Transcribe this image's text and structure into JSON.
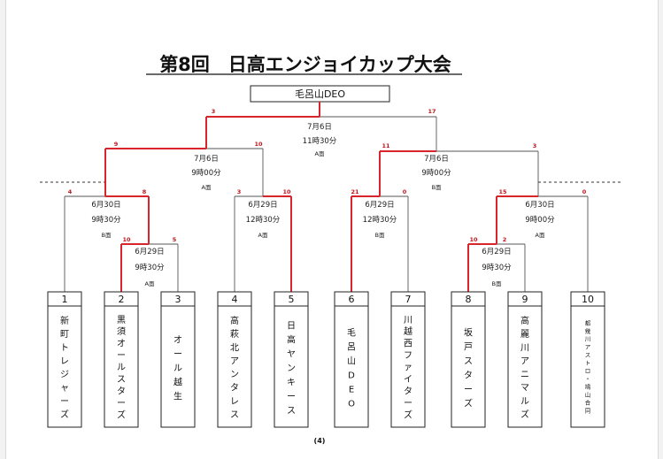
{
  "title": "第8回　日高エンジョイカップ大会",
  "champion": "毛呂山DEO",
  "page_number": "(4)",
  "colors": {
    "winner_line": "#d8242b",
    "line": "#555555"
  },
  "teams": [
    {
      "num": "1",
      "name": "新町トレジャーズ"
    },
    {
      "num": "2",
      "name": "黒須オールスターズ"
    },
    {
      "num": "3",
      "name": "オール越生"
    },
    {
      "num": "4",
      "name": "高萩北アンタレス"
    },
    {
      "num": "5",
      "name": "日高ヤンキース"
    },
    {
      "num": "6",
      "name": "毛呂山DEO"
    },
    {
      "num": "7",
      "name": "川越西ファイターズ"
    },
    {
      "num": "8",
      "name": "坂戸スターズ"
    },
    {
      "num": "9",
      "name": "高麗川アニマルズ"
    },
    {
      "num": "10",
      "name": "都幾川アストロ・鳩山合同"
    }
  ],
  "matches": {
    "r1_left": {
      "date": "6月29日",
      "time": "9時30分",
      "court": "A面",
      "score_l": "10",
      "score_r": "5"
    },
    "r1_right": {
      "date": "6月29日",
      "time": "9時30分",
      "court": "B面",
      "score_l": "10",
      "score_r": "2"
    },
    "qf_1": {
      "date": "6月30日",
      "time": "9時30分",
      "court": "B面",
      "score_l": "4",
      "score_r": "8"
    },
    "qf_2": {
      "date": "6月29日",
      "time": "12時30分",
      "court": "A面",
      "score_l": "3",
      "score_r": "10"
    },
    "qf_3": {
      "date": "6月29日",
      "time": "12時30分",
      "court": "B面",
      "score_l": "21",
      "score_r": "0"
    },
    "qf_4": {
      "date": "6月30日",
      "time": "9時00分",
      "court": "A面",
      "score_l": "15",
      "score_r": "0"
    },
    "sf_left": {
      "date": "7月6日",
      "time": "9時00分",
      "court": "A面",
      "score_l": "9",
      "score_r": "10"
    },
    "sf_right": {
      "date": "7月6日",
      "time": "9時00分",
      "court": "B面",
      "score_l": "11",
      "score_r": "3"
    },
    "final": {
      "date": "7月6日",
      "time": "11時30分",
      "court": "A面",
      "score_l": "3",
      "score_r": "17"
    }
  }
}
